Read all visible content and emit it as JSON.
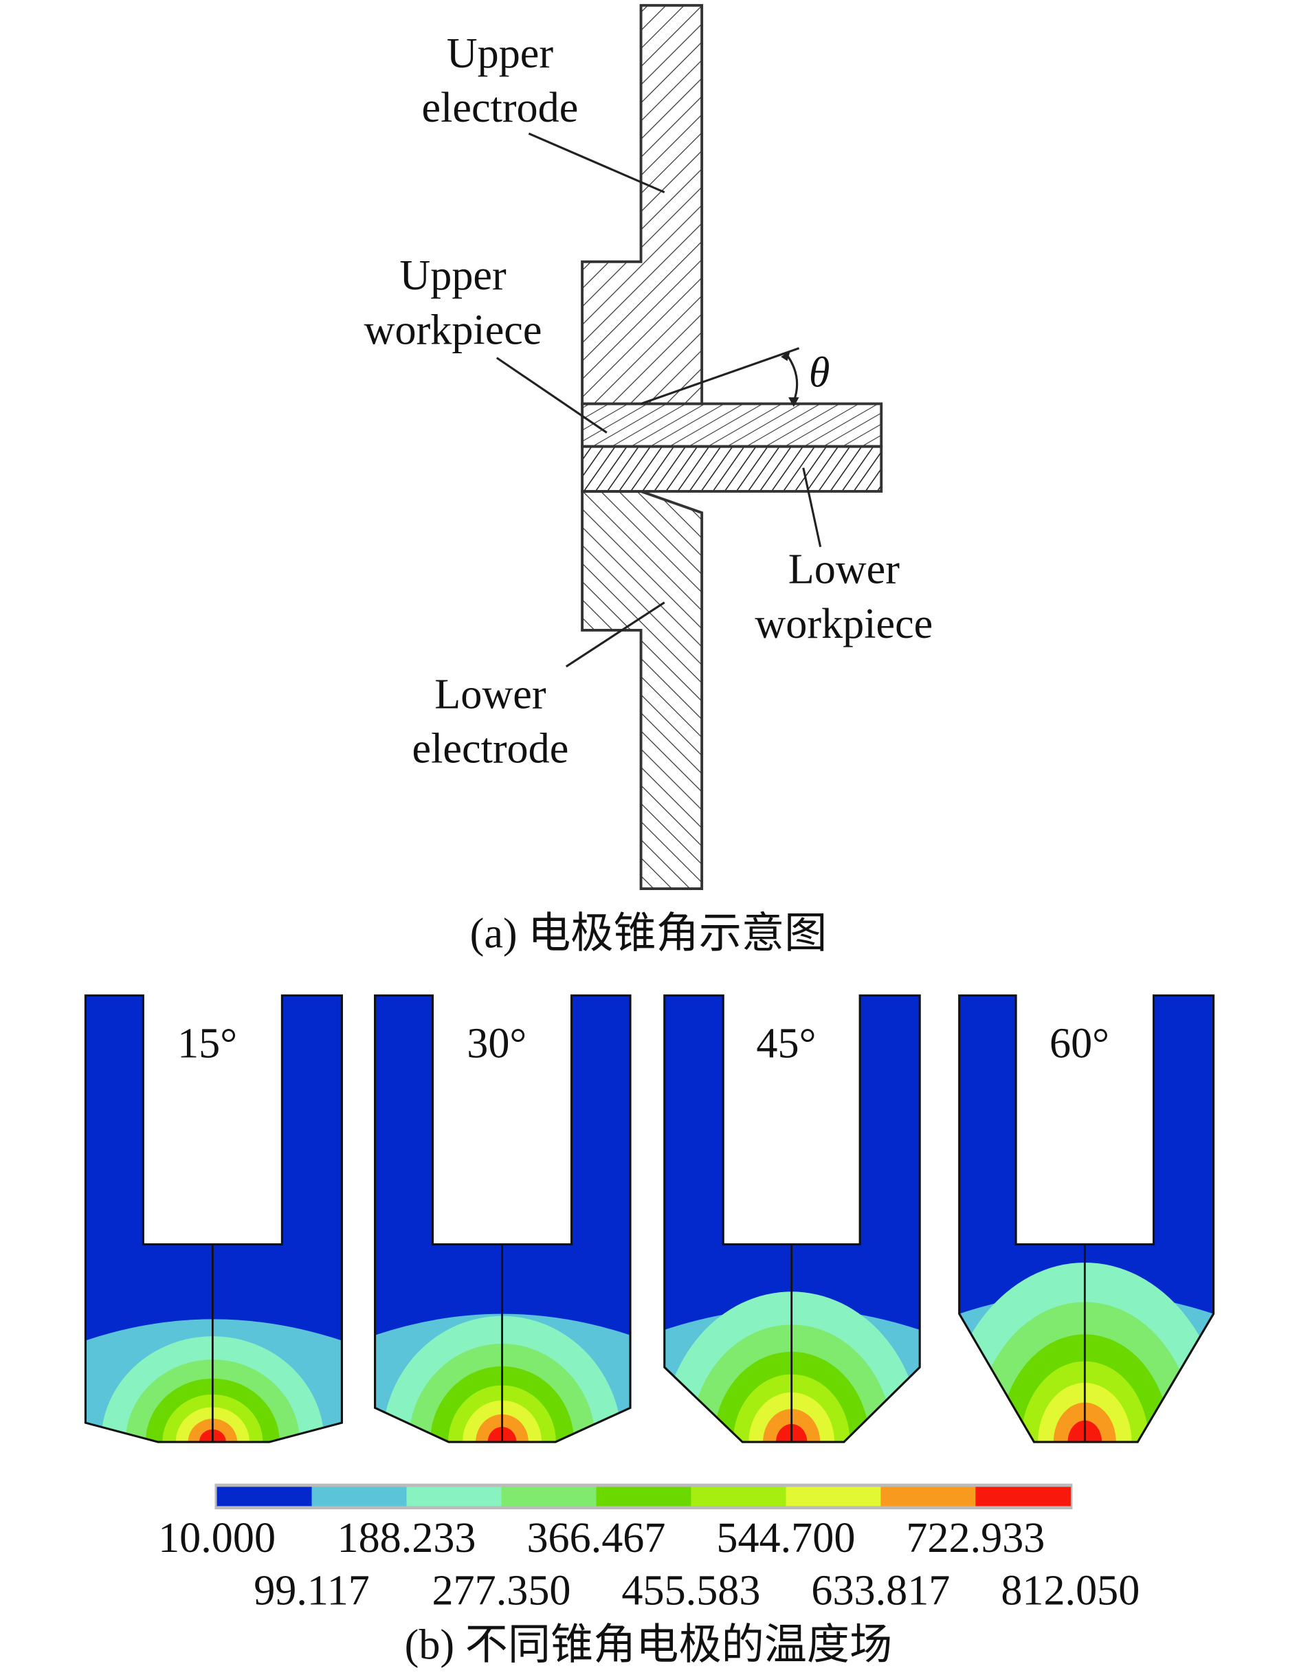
{
  "diagram": {
    "labels": {
      "upper_electrode": [
        "Upper",
        "electrode"
      ],
      "upper_workpiece": [
        "Upper",
        "workpiece"
      ],
      "lower_workpiece": [
        "Lower",
        "workpiece"
      ],
      "lower_electrode": [
        "Lower",
        "electrode"
      ],
      "angle": "θ"
    },
    "caption_a": "(a) 电极锥角示意图"
  },
  "simulation": {
    "panels": [
      {
        "angle_label": "15°",
        "cone_angle": 15
      },
      {
        "angle_label": "30°",
        "cone_angle": 30
      },
      {
        "angle_label": "45°",
        "cone_angle": 45
      },
      {
        "angle_label": "60°",
        "cone_angle": 60
      }
    ],
    "colorbar": {
      "colors": [
        "#0328cc",
        "#5bc4d8",
        "#88f2c0",
        "#7fea6e",
        "#6bd800",
        "#a5ee10",
        "#e2f832",
        "#f89a1e",
        "#f8180c"
      ],
      "labels_top": [
        "10.000",
        "188.233",
        "366.467",
        "544.700",
        "722.933"
      ],
      "labels_bottom": [
        "99.117",
        "277.350",
        "455.583",
        "633.817",
        "812.050"
      ]
    },
    "caption_b": "(b) 不同锥角电极的温度场"
  }
}
